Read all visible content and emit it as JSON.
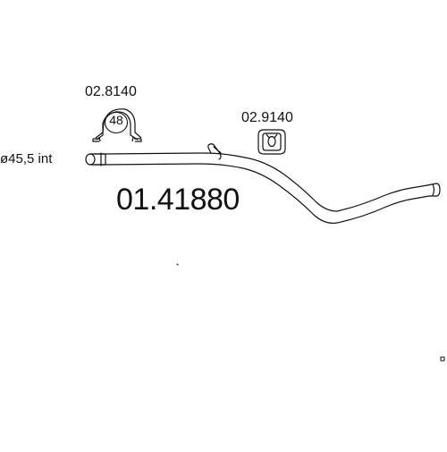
{
  "diagram": {
    "clamp": {
      "part_number": "02.8140",
      "size_label": "48"
    },
    "hanger": {
      "part_number": "02.9140"
    },
    "pipe": {
      "main_part_number": "01.41880",
      "diameter_label": "ø45,5  int"
    },
    "icons": [
      "clamp-icon",
      "rubber-hanger-icon",
      "exhaust-pipe-icon"
    ],
    "line_color": "#111111",
    "background_color": "#ffffff"
  }
}
